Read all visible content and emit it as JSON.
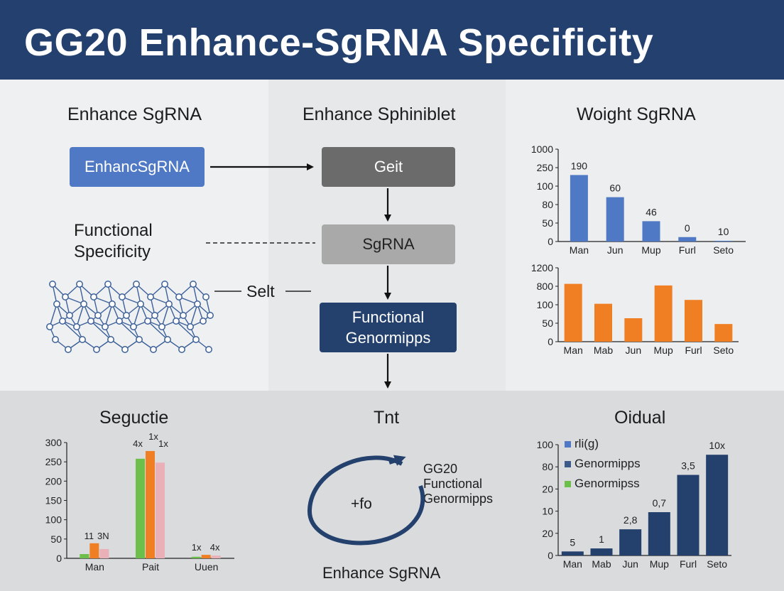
{
  "title": "GG20 Enhance-SgRNA Specificity",
  "left": {
    "heading": "Enhance SgRNA",
    "box": "EnhancSgRNA",
    "functional_line1": "Functional",
    "functional_line2": "Specificity",
    "selt": "Selt"
  },
  "middle": {
    "heading": "Enhance Sphiniblet",
    "box1": "Geit",
    "box2": "SgRNA",
    "box3_line1": "Functional",
    "box3_line2": "Genormipps"
  },
  "right": {
    "heading": "Woight SgRNA"
  },
  "bottom": {
    "left_heading": "Seguctie",
    "mid_heading": "Tnt",
    "cycle_center": "+fo",
    "cycle_line1": "GG20",
    "cycle_line2": "Functional",
    "cycle_line3": "Genormipps",
    "footer": "Enhance SgRNA",
    "right_heading": "Oidual"
  },
  "colors": {
    "banner": "#23406e",
    "blue": "#4f79c4",
    "orange": "#f07f24",
    "green": "#6cc04a",
    "pink": "#eab0b8",
    "navy": "#24406d",
    "box_dark": "#6b6b6b",
    "box_light": "#a9a9a9"
  },
  "chart_data": [
    {
      "type": "bar",
      "color": "#4f79c4",
      "categories": [
        "Man",
        "Jun",
        "Mup",
        "Furl",
        "Seto"
      ],
      "y_ticks": [
        "1000",
        "250",
        "100",
        "80",
        "50",
        "0"
      ],
      "values": [
        180,
        120,
        55,
        12,
        2
      ],
      "data_labels": [
        "190",
        "60",
        "46",
        "0",
        "10"
      ],
      "ylim": [
        0,
        250
      ]
    },
    {
      "type": "bar",
      "color": "#f07f24",
      "categories": [
        "Man",
        "Mab",
        "Jun",
        "Mup",
        "Furl",
        "Seto"
      ],
      "y_ticks": [
        "1200",
        "800",
        "100",
        "50",
        "0"
      ],
      "values": [
        180,
        118,
        73,
        175,
        130,
        55
      ],
      "ylim": [
        0,
        230
      ]
    },
    {
      "type": "bar",
      "categories": [
        "Man",
        "Pait",
        "Uuen"
      ],
      "y_ticks": [
        "300",
        "250",
        "200",
        "150",
        "100",
        "50",
        "0"
      ],
      "ylim": [
        0,
        300
      ],
      "series": [
        {
          "color": "#6cc04a",
          "values": [
            11,
            258,
            4
          ]
        },
        {
          "color": "#f07f24",
          "values": [
            39,
            278,
            9
          ]
        },
        {
          "color": "#eab0b8",
          "values": [
            24,
            248,
            7
          ]
        }
      ],
      "annotations": [
        {
          "category": 0,
          "label": "11"
        },
        {
          "category": 0,
          "label": "3N"
        },
        {
          "category": 1,
          "label": "4x"
        },
        {
          "category": 1,
          "label": "1x"
        },
        {
          "category": 1,
          "label": "1x"
        },
        {
          "category": 2,
          "label": "1x"
        },
        {
          "category": 2,
          "label": "4x"
        }
      ]
    },
    {
      "type": "bar",
      "color": "#24406d",
      "categories": [
        "Man",
        "Mab",
        "Jun",
        "Mup",
        "Furl",
        "Seto"
      ],
      "y_ticks": [
        "100",
        "80",
        "20",
        "10",
        "20",
        "0"
      ],
      "values": [
        4,
        7,
        26,
        43,
        80,
        100
      ],
      "data_labels": [
        "5",
        "1",
        "2,8",
        "0,7",
        "3,5",
        "10x"
      ],
      "ylim": [
        0,
        110
      ],
      "legend": [
        {
          "name": "rli(g)",
          "color": "#4f79c4"
        },
        {
          "name": "Genormipps",
          "color": "#3c5a8a"
        },
        {
          "name": "Genormipss",
          "color": "#6cc04a"
        }
      ]
    }
  ]
}
